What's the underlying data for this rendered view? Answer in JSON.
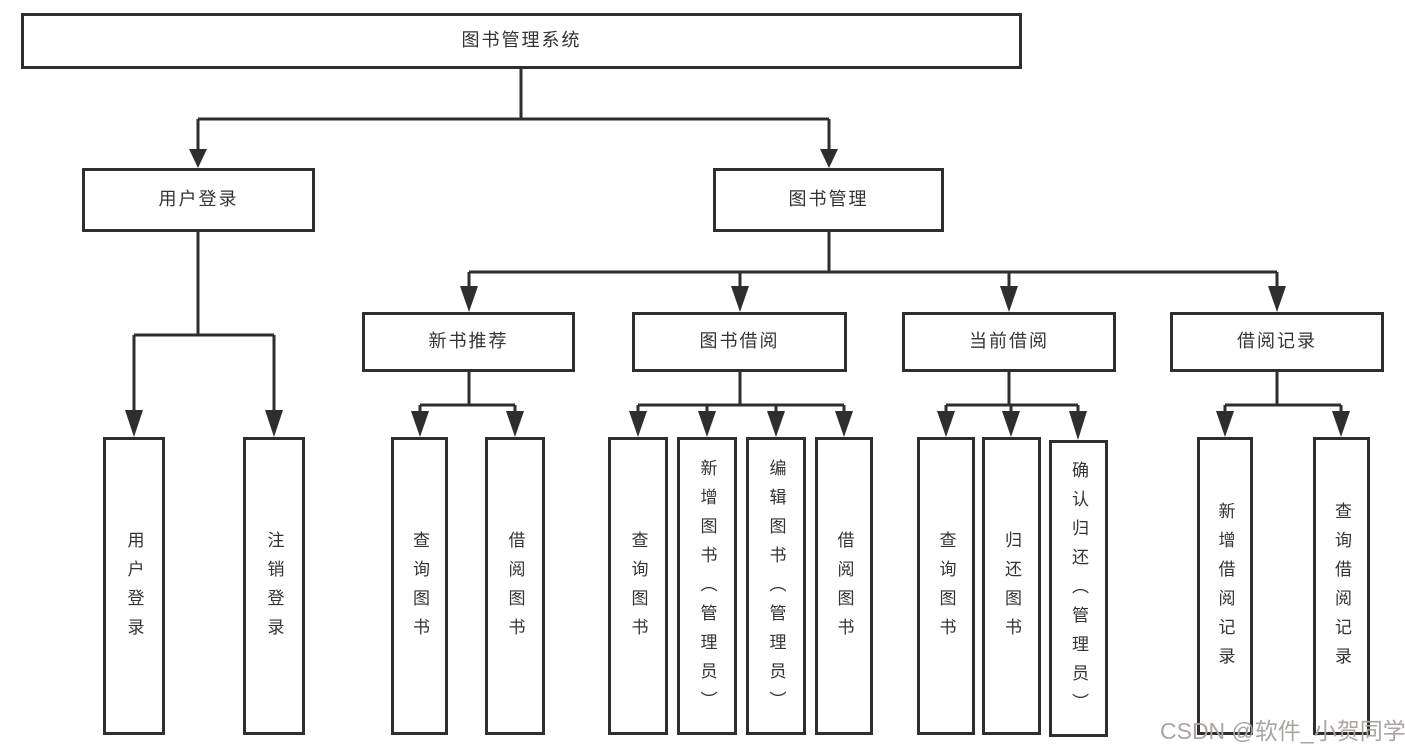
{
  "diagram": {
    "type": "hierarchy-flowchart",
    "watermark": "CSDN @软件_小贺同学",
    "colors": {
      "background": "#ffffff",
      "line": "#2e2e2e",
      "box_border": "#2e2e2e",
      "text": "#333333",
      "watermark": "#aba4a1"
    },
    "tree": {
      "label": "图书管理系统",
      "children": [
        {
          "label": "用户登录",
          "children": [
            {
              "label": "用户登录"
            },
            {
              "label": "注销登录"
            }
          ]
        },
        {
          "label": "图书管理",
          "children": [
            {
              "label": "新书推荐",
              "children": [
                {
                  "label": "查询图书"
                },
                {
                  "label": "借阅图书"
                }
              ]
            },
            {
              "label": "图书借阅",
              "children": [
                {
                  "label": "查询图书"
                },
                {
                  "label": "新增图书（管理员）"
                },
                {
                  "label": "编辑图书（管理员）"
                },
                {
                  "label": "借阅图书"
                }
              ]
            },
            {
              "label": "当前借阅",
              "children": [
                {
                  "label": "查询图书"
                },
                {
                  "label": "归还图书"
                },
                {
                  "label": "确认归还（管理员）"
                }
              ]
            },
            {
              "label": "借阅记录",
              "children": [
                {
                  "label": "新增借阅记录"
                },
                {
                  "label": "查询借阅记录"
                }
              ]
            }
          ]
        }
      ]
    }
  }
}
